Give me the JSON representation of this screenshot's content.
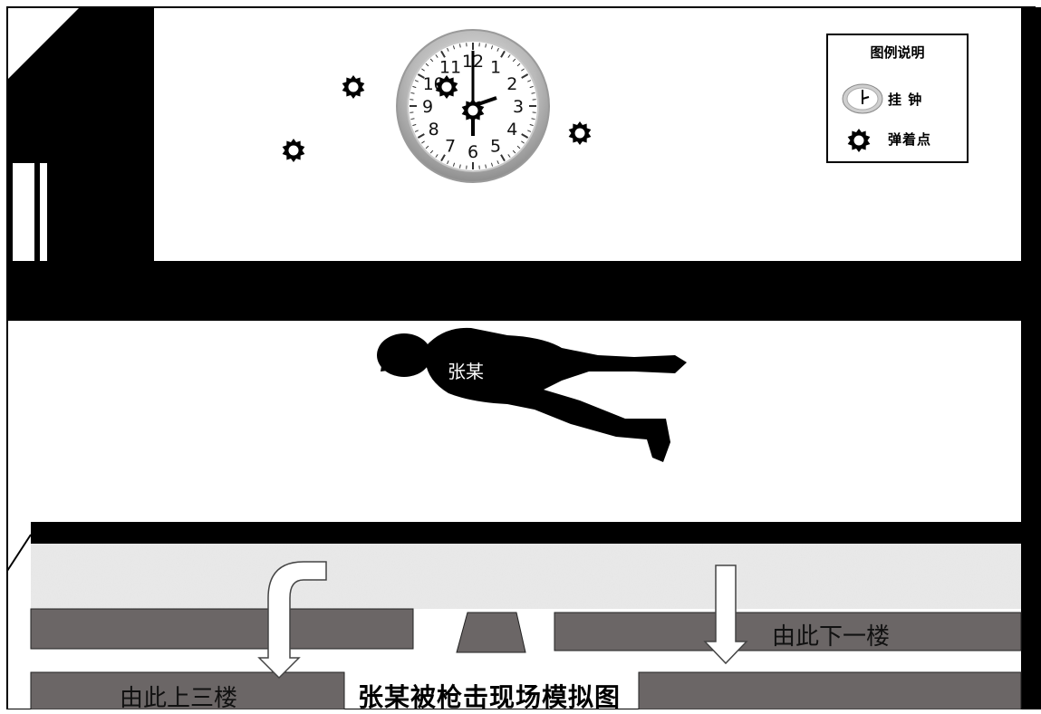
{
  "legend": {
    "title": "图例说明",
    "items": [
      {
        "icon": "wall-clock-icon",
        "label": "挂 钟"
      },
      {
        "icon": "bullet-impact-icon",
        "label": "弹着点"
      }
    ]
  },
  "clock": {
    "numerals": [
      "12",
      "1",
      "2",
      "3",
      "4",
      "5",
      "6",
      "7",
      "8",
      "9",
      "10",
      "11"
    ]
  },
  "figure": {
    "label": "张某"
  },
  "stairs": {
    "up_label": "由此上三楼",
    "down_label": "由此下一楼"
  },
  "caption": "张某被枪击现场模拟图",
  "colors": {
    "wall": "#000000",
    "stair_block": "#6b6666",
    "stair_landing": "#e3e3e3"
  }
}
